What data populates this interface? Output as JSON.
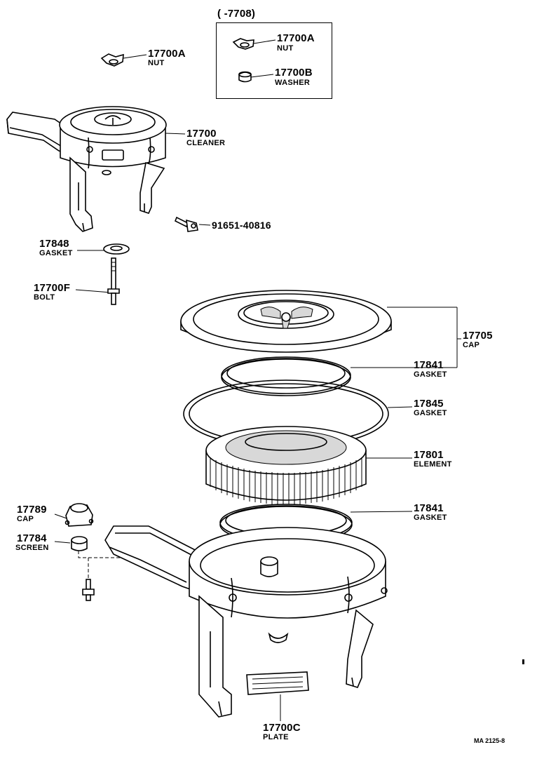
{
  "inset": {
    "header": "(        -7708)"
  },
  "callouts": [
    {
      "id": "nut_inset",
      "part": "17700A",
      "name": "NUT"
    },
    {
      "id": "washer_inset",
      "part": "17700B",
      "name": "WASHER"
    },
    {
      "id": "nut_main",
      "part": "17700A",
      "name": "NUT"
    },
    {
      "id": "cleaner",
      "part": "17700",
      "name": "CLEANER"
    },
    {
      "id": "bolt_side",
      "part": "91651-40816",
      "name": ""
    },
    {
      "id": "gasket_upper",
      "part": "17848",
      "name": "GASKET"
    },
    {
      "id": "bolt_stud",
      "part": "17700F",
      "name": "BOLT"
    },
    {
      "id": "cap_assy",
      "part": "17705",
      "name": "CAP"
    },
    {
      "id": "gasket_cap",
      "part": "17841",
      "name": "GASKET"
    },
    {
      "id": "gasket_large",
      "part": "17845",
      "name": "GASKET"
    },
    {
      "id": "element",
      "part": "17801",
      "name": "ELEMENT"
    },
    {
      "id": "gasket_lower",
      "part": "17841",
      "name": "GASKET"
    },
    {
      "id": "cap_small",
      "part": "17789",
      "name": "CAP"
    },
    {
      "id": "screen",
      "part": "17784",
      "name": "SCREEN"
    },
    {
      "id": "plate",
      "part": "17700C",
      "name": "PLATE"
    }
  ],
  "footer_code": "MA 2125-8"
}
